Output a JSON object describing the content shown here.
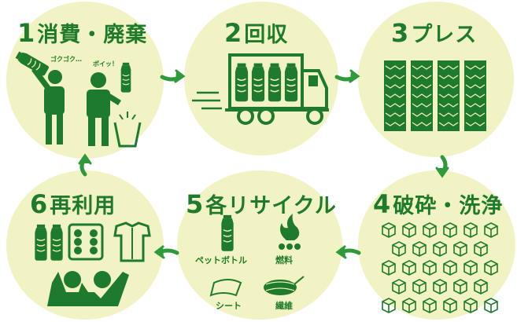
{
  "steps": [
    {
      "number": "1",
      "label": "消費・廃棄"
    },
    {
      "number": "2",
      "label": "回収"
    },
    {
      "number": "3",
      "label": "プレス"
    },
    {
      "number": "4",
      "label": "破砕・洗浄"
    },
    {
      "number": "5",
      "label": "各リサイクル"
    },
    {
      "number": "6",
      "label": "再利用"
    }
  ],
  "step1": {
    "speech_drink": "ゴクゴク…",
    "speech_throw": "ポイッ！"
  },
  "step5": {
    "items": [
      "ペットボトル",
      "燃料",
      "シート",
      "繊維"
    ]
  },
  "colors": {
    "green": "#1e7a2c",
    "circle": "#f1f3c4",
    "arrow": "#2f9a3c"
  }
}
